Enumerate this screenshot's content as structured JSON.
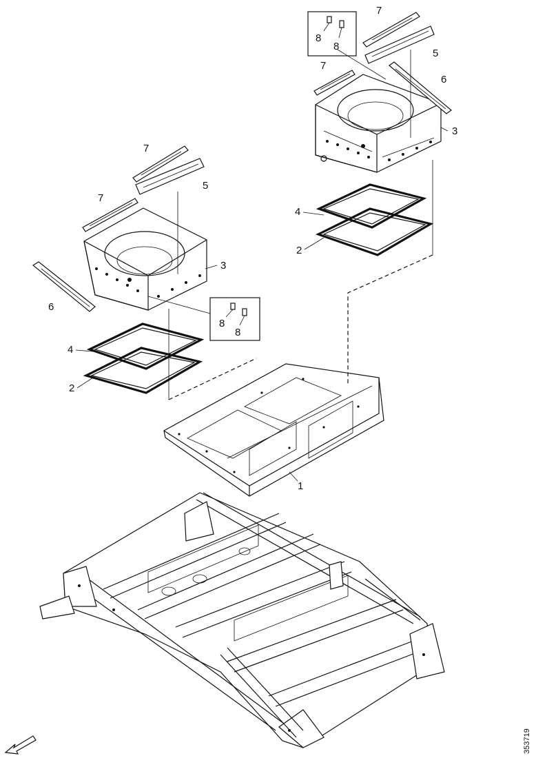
{
  "callouts": {
    "c1": "1",
    "c2": "2",
    "c3": "3",
    "c4": "4",
    "c5": "5",
    "c6": "6",
    "c7": "7",
    "c8": "8"
  },
  "reference_number": "353719",
  "direction_arrow": "front-direction-arrow-icon"
}
